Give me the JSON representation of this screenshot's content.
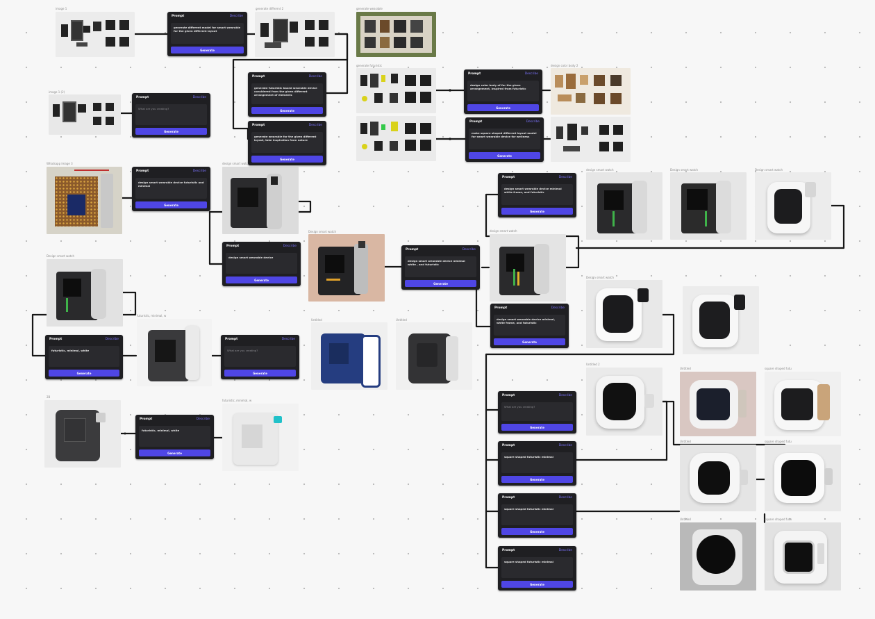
{
  "canvas": {
    "labels": {
      "img1": "image 1",
      "img2": "generate different 2",
      "img3": "generate wearable",
      "img4": "image 1 (2)",
      "img5": "generate futuristic",
      "img6": "design color body 2",
      "img7": "Whatsapp image 3",
      "img8": "design smart watch",
      "img9": "Design smart watch",
      "img10": "design smart watch",
      "img11": "design smart watch",
      "img12": "Design smart watch",
      "img13": "Design smart watch",
      "img14": "Design smart watch",
      "img15": "Design smart watch",
      "img16": "futuristic, minimal, w",
      "img17": "Untitled",
      "img18": "Untitled",
      "img19": "Untitled 2",
      "img20": "Untitled",
      "img21": "square shaped futu",
      "img22": "Untitled",
      "img23": "square shaped futu",
      "img24": "Untitled",
      "img25": "square shaped futu",
      "img26": "2B",
      "img27": "futuristic, minimal, w"
    }
  },
  "nodes": [
    {
      "title": "Prompt",
      "describe": "Describe",
      "text": "generate different model for smart wearable for the given different layout",
      "generate": "Generate"
    },
    {
      "title": "Prompt",
      "describe": "Describe",
      "text": "What are you creating?",
      "generate": "Generate"
    },
    {
      "title": "Prompt",
      "describe": "Describe",
      "text": "generate futuristic based wearable device considered from the given different arrangement of elements",
      "generate": "Generate"
    },
    {
      "title": "Prompt",
      "describe": "Describe",
      "text": "generate wearable for the given different layout, take inspiration from nature",
      "generate": "Generate"
    },
    {
      "title": "Prompt",
      "describe": "Describe",
      "text": "design color body of for the given arrangement, inspired from futuristic",
      "generate": "Generate"
    },
    {
      "title": "Prompt",
      "describe": "Describe",
      "text": "make square shaped different layout model for smart wearable device for wellness",
      "generate": "Generate"
    },
    {
      "title": "Prompt",
      "describe": "Describe",
      "text": "design smart wearable device futuristic and minimal",
      "generate": "Generate"
    },
    {
      "title": "Prompt",
      "describe": "Describe",
      "text": "design smart wearable device",
      "generate": "Generate"
    },
    {
      "title": "Prompt",
      "describe": "Describe",
      "text": "design smart wearable device minimal white , and futuristic",
      "generate": "Generate"
    },
    {
      "title": "Prompt",
      "describe": "Describe",
      "text": "design smart wearable device minimal white frame, and futuristic",
      "generate": "Generate"
    },
    {
      "title": "Prompt",
      "describe": "Describe",
      "text": "design smart wearable device minimal, white frame, and futuristic",
      "generate": "Generate"
    },
    {
      "title": "Prompt",
      "describe": "Describe",
      "text": "futuristic, minimal, white",
      "generate": "Generate"
    },
    {
      "title": "Prompt",
      "describe": "Describe",
      "text": "What are you creating?",
      "generate": "Generate"
    },
    {
      "title": "Prompt",
      "describe": "Describe",
      "text": "futuristic, minimal, white",
      "generate": "Generate"
    },
    {
      "title": "Prompt",
      "describe": "Describe",
      "text": "What are you creating?",
      "generate": "Generate"
    },
    {
      "title": "Prompt",
      "describe": "Describe",
      "text": "square shaped futuristic minimal",
      "generate": "Generate"
    },
    {
      "title": "Prompt",
      "describe": "Describe",
      "text": "square shaped futuristic minimal",
      "generate": "Generate"
    },
    {
      "title": "Prompt",
      "describe": "Describe",
      "text": "square shaped futuristic minimal",
      "generate": "Generate"
    }
  ]
}
